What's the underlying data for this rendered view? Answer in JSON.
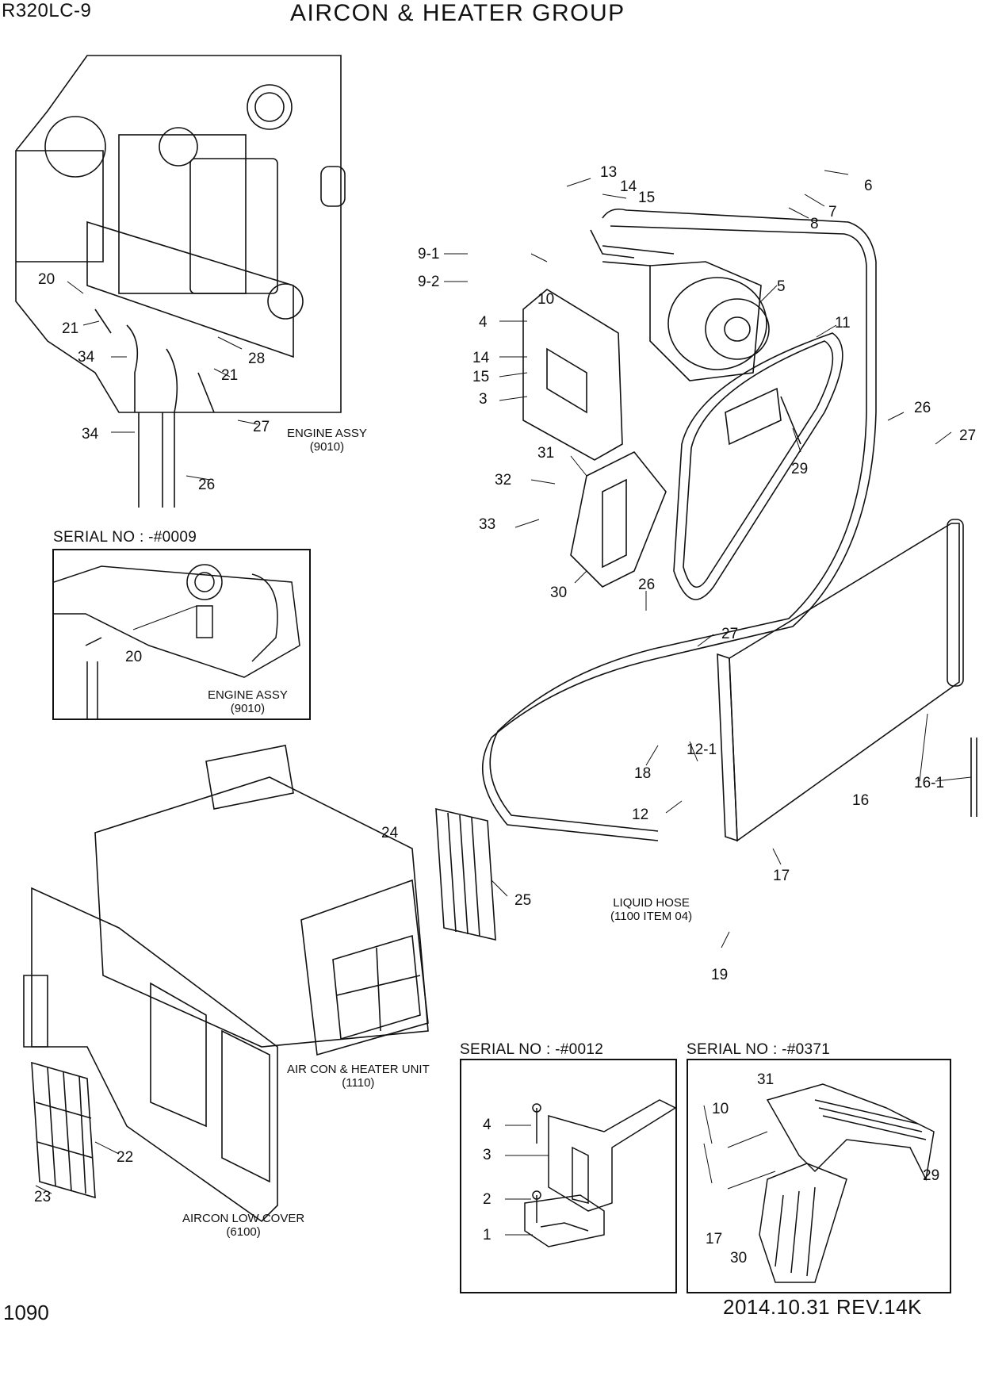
{
  "header": {
    "model": "R320LC-9",
    "title": "AIRCON & HEATER GROUP"
  },
  "footer": {
    "page_number": "1090",
    "revision": "2014.10.31  REV.14K"
  },
  "notes": {
    "engine_assy_main": [
      "ENGINE ASSY",
      "(9010)"
    ],
    "engine_assy_inset": [
      "ENGINE ASSY",
      "(9010)"
    ],
    "liquid_hose": [
      "LIQUID HOSE",
      "(1100 ITEM 04)"
    ],
    "aircon_heater_unit": [
      "AIR CON & HEATER UNIT",
      "(1110)"
    ],
    "aircon_low_cover": [
      "AIRCON LOW COVER",
      "(6100)"
    ]
  },
  "insets": {
    "serial_0009": "SERIAL NO : -#0009",
    "serial_0012": "SERIAL NO : -#0012",
    "serial_0371": "SERIAL NO : -#0371"
  },
  "callouts": {
    "main": [
      "13",
      "14",
      "15",
      "6",
      "7",
      "8",
      "9-1",
      "9-2",
      "10",
      "5",
      "4",
      "14",
      "15",
      "3",
      "11",
      "26",
      "27",
      "29",
      "31",
      "32",
      "33",
      "30",
      "26",
      "27",
      "16",
      "16-1",
      "12-1",
      "18",
      "12",
      "17",
      "19",
      "20",
      "21",
      "34",
      "28",
      "21",
      "27",
      "34",
      "26",
      "24",
      "25",
      "22",
      "23"
    ],
    "inset_0009": [
      "20"
    ],
    "inset_0012": [
      "4",
      "3",
      "2",
      "1"
    ],
    "inset_0371": [
      "31",
      "10",
      "17",
      "29",
      "30"
    ]
  }
}
